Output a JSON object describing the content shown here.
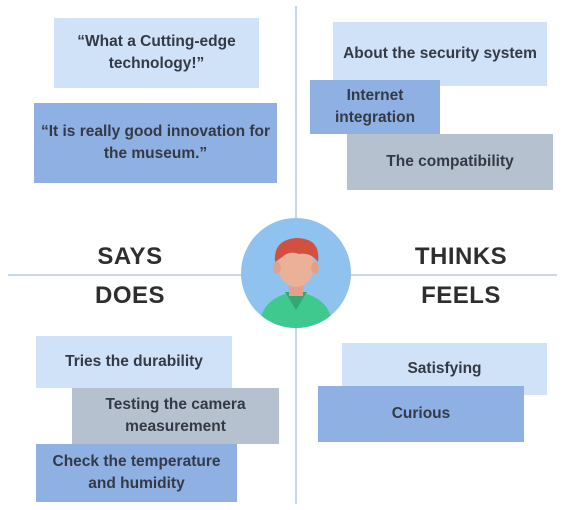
{
  "quadrants": {
    "says": {
      "title": "SAYS",
      "notes": [
        "“What a Cutting-edge technology!”",
        "“It is really good innovation for the museum.”"
      ]
    },
    "thinks": {
      "title": "THINKS",
      "notes": [
        "About the security system",
        "Internet integration",
        "The compatibility"
      ]
    },
    "does": {
      "title": "DOES",
      "notes": [
        "Tries the durability",
        "Testing the camera measurement",
        "Check the temperature and humidity"
      ]
    },
    "feels": {
      "title": "FEELS",
      "notes": [
        "Satisfying",
        "Curious"
      ]
    }
  },
  "colors": {
    "note_light": "#cfe2f8",
    "note_mid": "#8fb0e3",
    "note_grey": "#b6c1cf",
    "avatar_bg": "#8fc2ee",
    "hair": "#d1503f",
    "shirt": "#3fc98e"
  },
  "avatar": {
    "icon": "person-icon"
  }
}
